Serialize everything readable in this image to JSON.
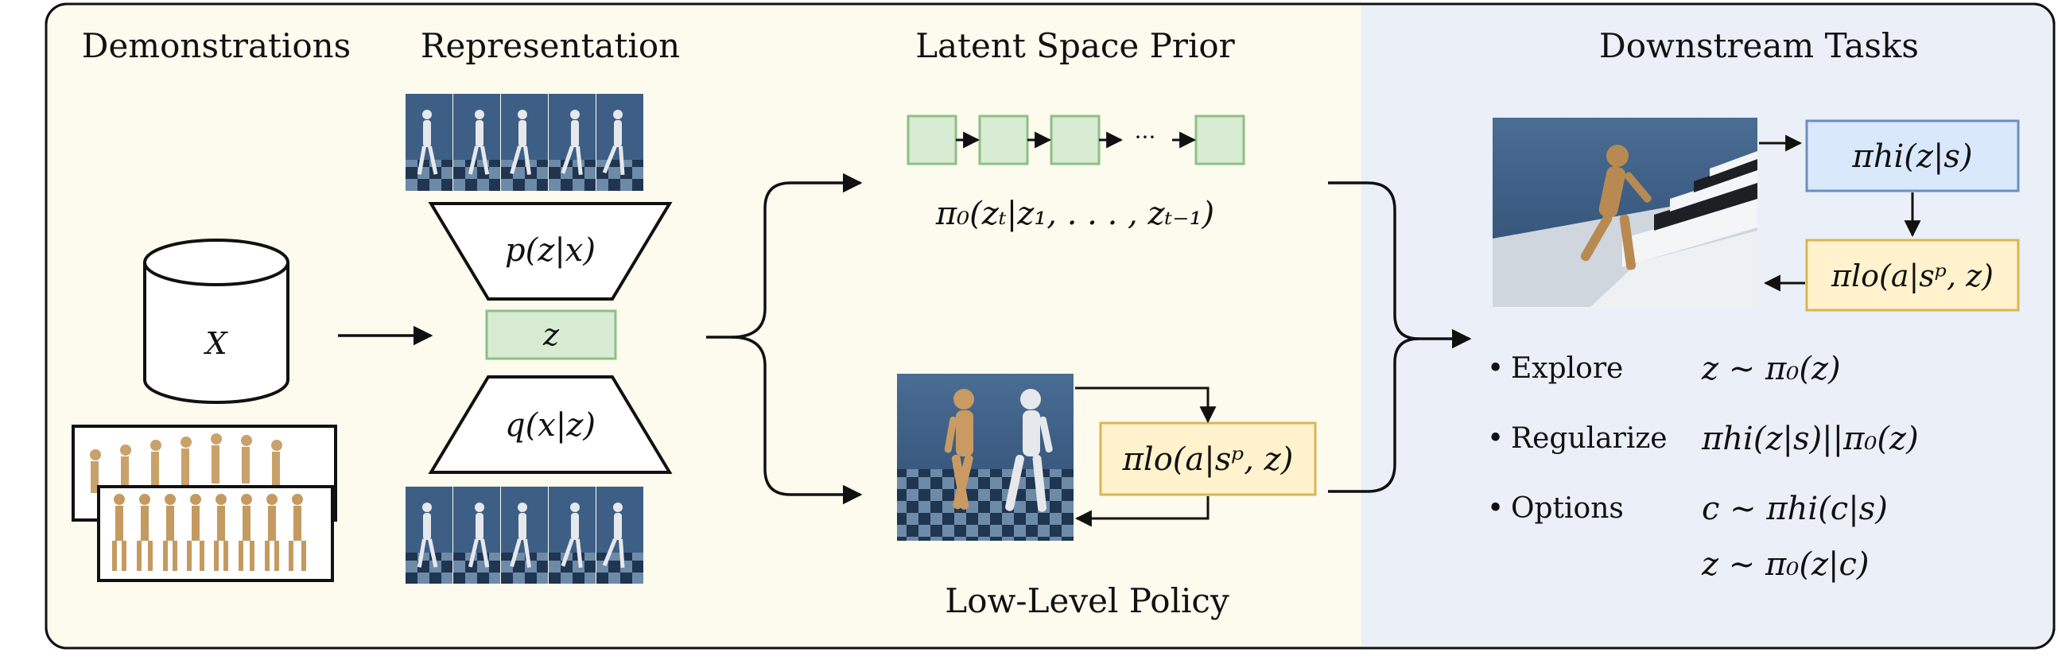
{
  "sections": {
    "demonstrations": "Demonstrations",
    "representation": "Representation",
    "prior": "Latent Space Prior",
    "downstream": "Downstream Tasks",
    "low_level": "Low-Level Policy"
  },
  "representation": {
    "encoder": "p(z|x)",
    "latent": "z",
    "decoder": "q(x|z)",
    "dataset_symbol": "X"
  },
  "prior": {
    "chain_ellipsis": "···",
    "formula": "π₀(zₜ|z₁, . . . , zₜ₋₁)"
  },
  "low_level": {
    "formula": "πlo(a|sᵖ, z)"
  },
  "downstream": {
    "high_policy": "πhi(z|s)",
    "low_policy": "πlo(a|sᵖ, z)",
    "tasks": [
      {
        "bullet": "•",
        "name": "Explore",
        "formula": "z ∼ π₀(z)"
      },
      {
        "bullet": "•",
        "name": "Regularize",
        "formula": "πhi(z|s)||π₀(z)"
      },
      {
        "bullet": "•",
        "name": "Options",
        "formula": "c ∼ πhi(c|s)"
      }
    ],
    "options_second_line": "z ∼ π₀(z|c)"
  },
  "colors": {
    "left_panel_bg": "#fdfaee",
    "right_panel_bg": "#eaeff8",
    "green_fill": "#d7ecd3",
    "green_stroke": "#8fbf86",
    "yellow_fill": "#fff2cc",
    "yellow_stroke": "#d8b656",
    "blue_fill": "#dae8fc",
    "blue_stroke": "#6c8ebf",
    "sky": "#3d5f86",
    "humanoid_tan": "#c99a62",
    "humanoid_white": "#e6e8ec"
  }
}
